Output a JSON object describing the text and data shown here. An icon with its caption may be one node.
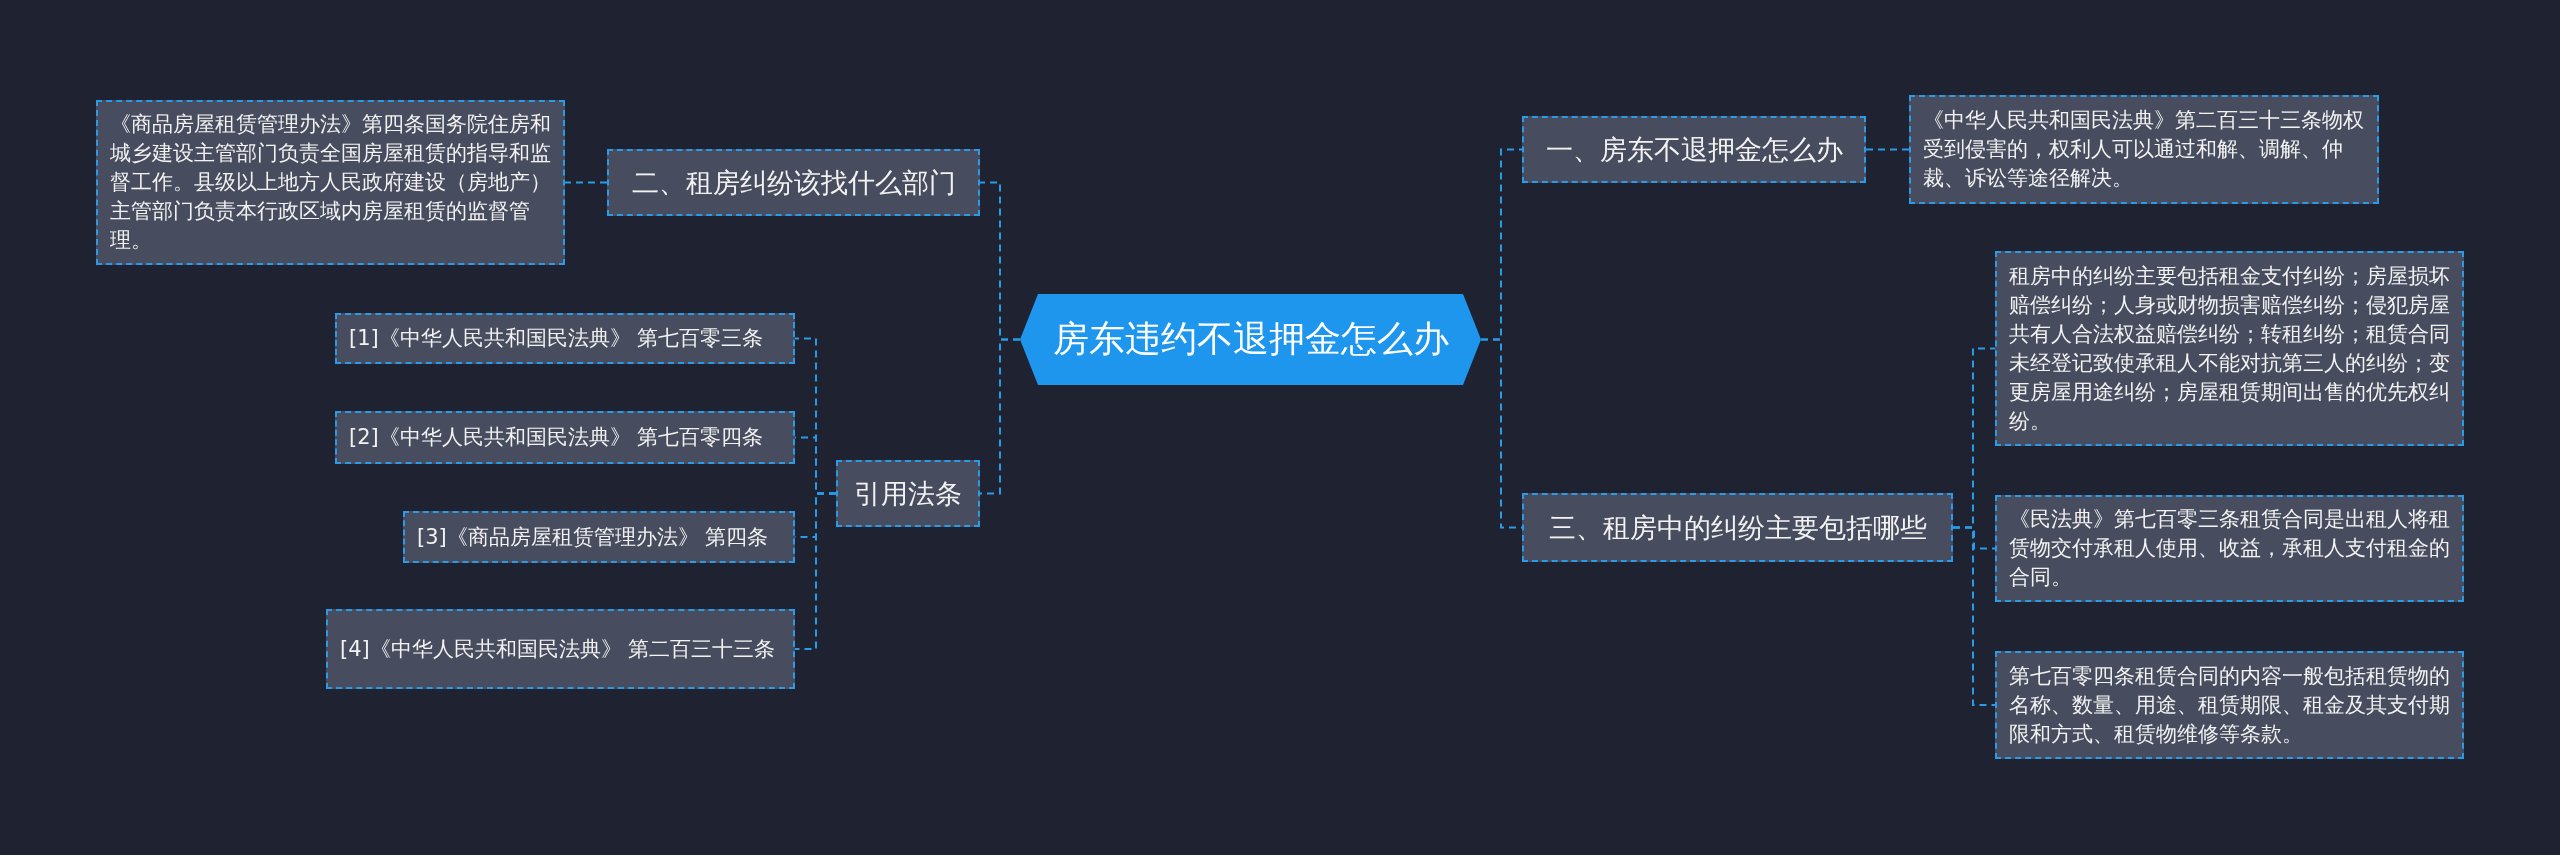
{
  "diagram": {
    "nodes": [
      {
        "text": [
          "房东违约不退押金怎么办"
        ]
      },
      {
        "text": [
          "二、租房纠纷该找什么部门"
        ]
      },
      {
        "text": [
          "《商品房屋租赁管理办法》第四条国务院住房和城乡建设主管部门负责全国房屋租赁的指导和监督工作。县级以上地方人民政府建设（房地产）主管部门负责本行政区域内房屋租赁的监督管理。"
        ]
      },
      {
        "text": [
          "引用法条"
        ]
      },
      {
        "text": [
          "[1]《中华人民共和国民法典》 第七百零三条"
        ]
      },
      {
        "text": [
          "[2]《中华人民共和国民法典》 第七百零四条"
        ]
      },
      {
        "text": [
          "[3]《商品房屋租赁管理办法》 第四条"
        ]
      },
      {
        "text": [
          "[4]《中华人民共和国民法典》 第二百三十三条"
        ]
      },
      {
        "text": [
          "一、房东不退押金怎么办"
        ]
      },
      {
        "text": [
          "《中华人民共和国民法典》第二百三十三条物权受到侵害的，权利人可以通过和解、调解、仲裁、诉讼等途径解决。"
        ]
      },
      {
        "text": [
          "三、租房中的纠纷主要包括哪些"
        ]
      },
      {
        "text": [
          "租房中的纠纷主要包括租金支付纠纷；房屋损坏赔偿纠纷；人身或财物损害赔偿纠纷；侵犯房屋共有人合法权益赔偿纠纷；转租纠纷；租赁合同未经登记致使承租人不能对抗第三人的纠纷；变更房屋用途纠纷；房屋租赁期间出售的优先权纠纷。"
        ]
      },
      {
        "text": [
          "《民法典》第七百零三条租赁合同是出租人将租赁物交付承租人使用、收益，承租人支付租金的合同。"
        ]
      },
      {
        "text": [
          "第七百零四条租赁合同的内容一般包括租赁物的名称、数量、用途、租赁期限、租金及其支付期限和方式、租赁物维修等条款。"
        ]
      }
    ],
    "edges": [
      {
        "from": 0,
        "to": 1,
        "arrow": "none"
      },
      {
        "from": 1,
        "to": 2,
        "arrow": "none"
      },
      {
        "from": 0,
        "to": 3,
        "arrow": "none"
      },
      {
        "from": 3,
        "to": 4,
        "arrow": "none"
      },
      {
        "from": 3,
        "to": 5,
        "arrow": "none"
      },
      {
        "from": 3,
        "to": 6,
        "arrow": "none"
      },
      {
        "from": 3,
        "to": 7,
        "arrow": "none"
      },
      {
        "from": 0,
        "to": 8,
        "arrow": "none"
      },
      {
        "from": 8,
        "to": 9,
        "arrow": "none"
      },
      {
        "from": 0,
        "to": 10,
        "arrow": "none"
      },
      {
        "from": 10,
        "to": 11,
        "arrow": "none"
      },
      {
        "from": 10,
        "to": 12,
        "arrow": "none"
      },
      {
        "from": 10,
        "to": 13,
        "arrow": "none"
      }
    ]
  }
}
